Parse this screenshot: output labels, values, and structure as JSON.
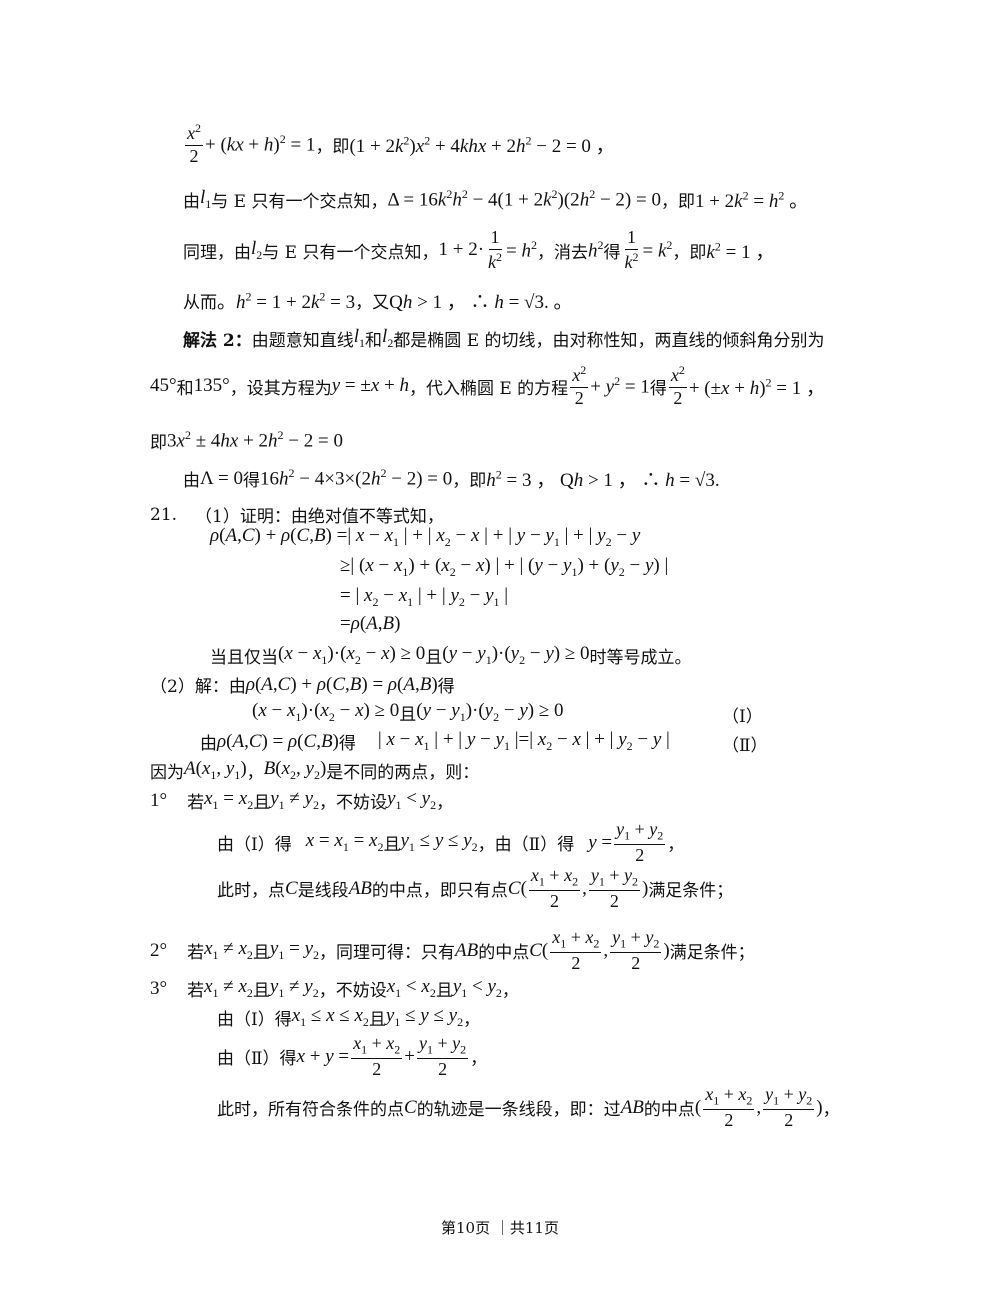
{
  "lines": {
    "l1_mid": "，即",
    "l2_a": "由",
    "l2_b": "与 E 只有一个交点知，",
    "l2_c": "，即",
    "l3_a": "同理，由",
    "l3_b": "与 E 只有一个交点知，",
    "l3_c": "，消去",
    "l3_d": "得",
    "l3_e": "，即",
    "l4_a": "从而",
    "l4_b": "，又",
    "sol2_label": "解法 2：",
    "sol2_text_a": "由题意知直线",
    "sol2_text_b": "和",
    "sol2_text_c": "都是椭圆 E 的切线，由对称性知，两直线的倾斜角分别为",
    "l6_a": "和",
    "l6_b": "，设其方程为",
    "l6_c": "，代入椭圆 E 的方程",
    "l6_d": "得",
    "l7_a": "即",
    "l8_a": "由",
    "l8_b": "得",
    "l8_c": "，即",
    "q21_num": "21.",
    "q21_p1": "（1）证明：由绝对值不等式知，",
    "eq_cond_a": "当且仅当",
    "eq_cond_b": "且",
    "eq_cond_c": "时等号成立。",
    "p2_a": "（2）解：由",
    "p2_b": "得",
    "p2_and": "且",
    "tag1": "（Ⅰ）",
    "tag2": "（Ⅱ）",
    "p2_c": "由",
    "p2_d": "得",
    "because_a": "因为",
    "because_b": "，",
    "because_c": "是不同的两点，则：",
    "c1_label": "1°",
    "c1_a": "若",
    "c1_b": "且",
    "c1_c": "，不妨设",
    "c1_d": "，",
    "c1r_a": "由（Ⅰ）得",
    "c1r_b": "且",
    "c1r_c": "，由（Ⅱ）得",
    "c1r_d": "，",
    "c1t_a": "此时，点",
    "c1t_b": "是线段",
    "c1t_c": "的中点，即只有点",
    "c1t_d": "满足条件；",
    "c2_label": "2°",
    "c2_a": "若",
    "c2_b": "且",
    "c2_c": "，同理可得：只有",
    "c2_d": "的中点",
    "c2_e": "满足条件；",
    "c3_label": "3°",
    "c3_a": "若",
    "c3_b": "且",
    "c3_c": "，不妨设",
    "c3_d": "且",
    "c3_e": "，",
    "c3r1_a": "由（Ⅰ）得",
    "c3r1_b": "且",
    "c3r1_c": "，",
    "c3r2_a": "由（Ⅱ）得",
    "c3r2_b": "，",
    "c3t_a": "此时，所有符合条件的点",
    "c3t_b": "的轨迹是一条线段，即：过",
    "c3t_c": "的中点",
    "c3t_d": "，"
  },
  "footer": "第10页 ｜共11页"
}
